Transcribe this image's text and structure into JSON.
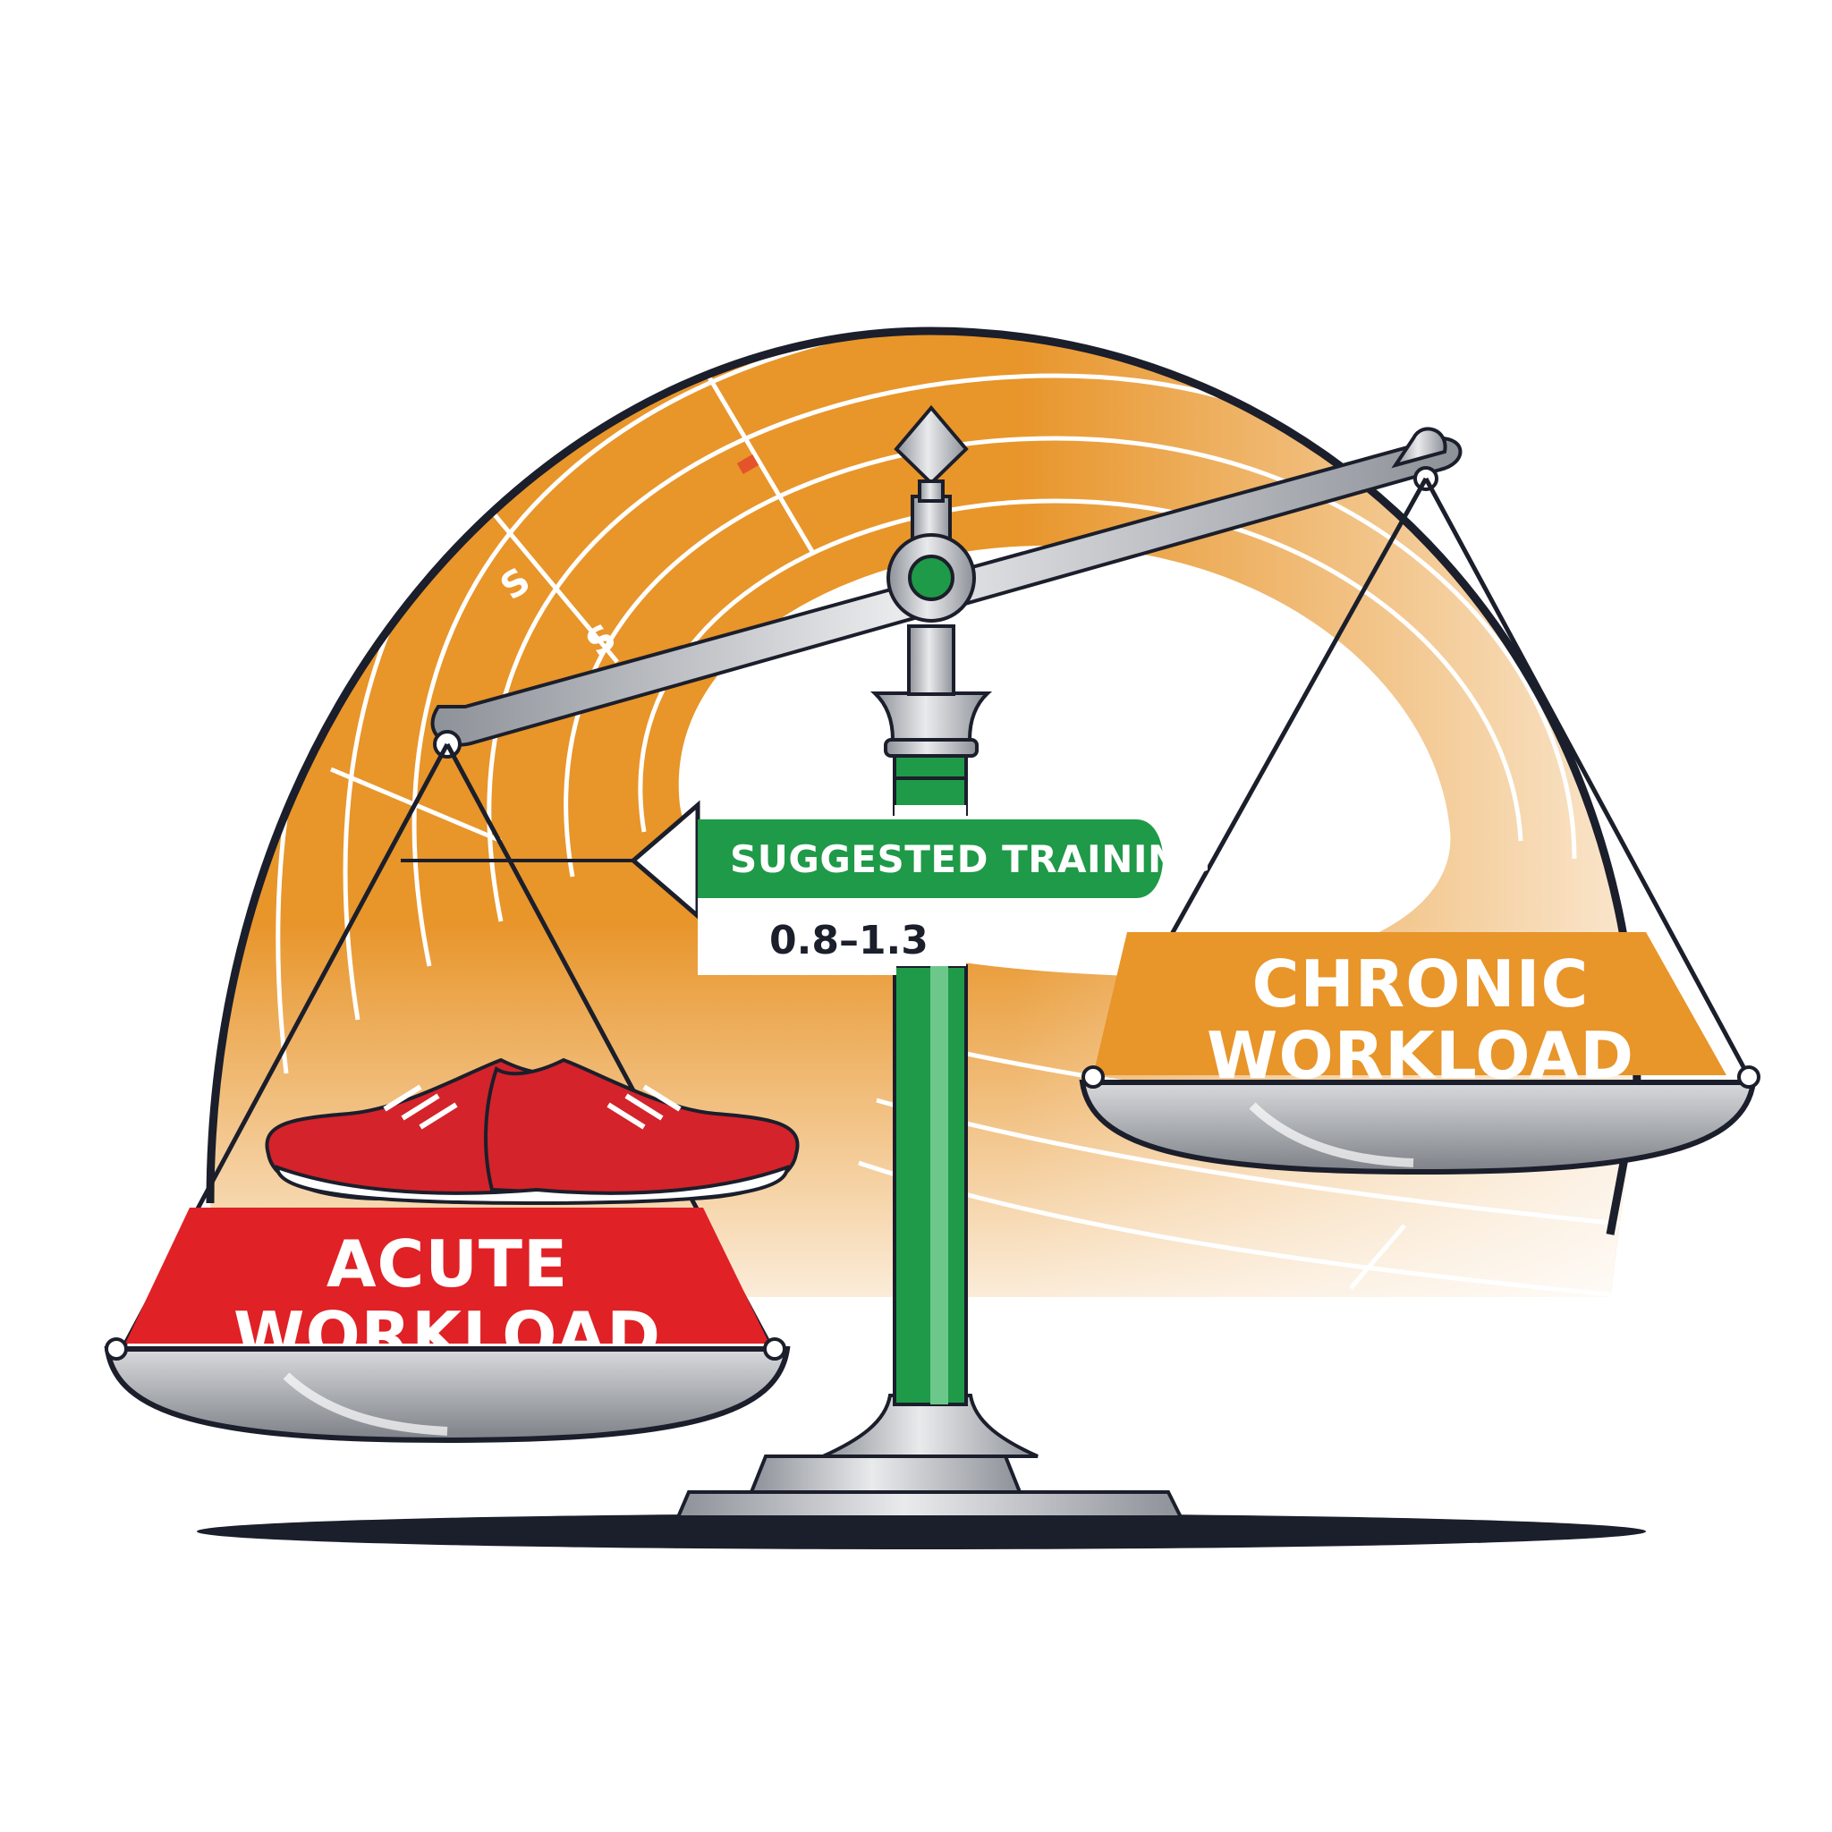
{
  "labels": {
    "suggested": "SUGGESTED TRAINING",
    "range": "0.8–1.3",
    "acute_line1": "ACUTE",
    "acute_line2": "WORKLOAD",
    "chronic_line1": "CHRONIC",
    "chronic_line2": "WORKLOAD"
  },
  "colors": {
    "track": "#e8952a",
    "acute_red": "#e02126",
    "pillar_green": "#1f9a48",
    "metal": "#b8bcc2",
    "outline": "#1b1e2b"
  },
  "icons": {
    "shoes": "running-shoes-icon",
    "arrow": "left-arrow-icon",
    "finial": "diamond-finial-icon"
  },
  "track_markings": [
    "S",
    "S"
  ]
}
